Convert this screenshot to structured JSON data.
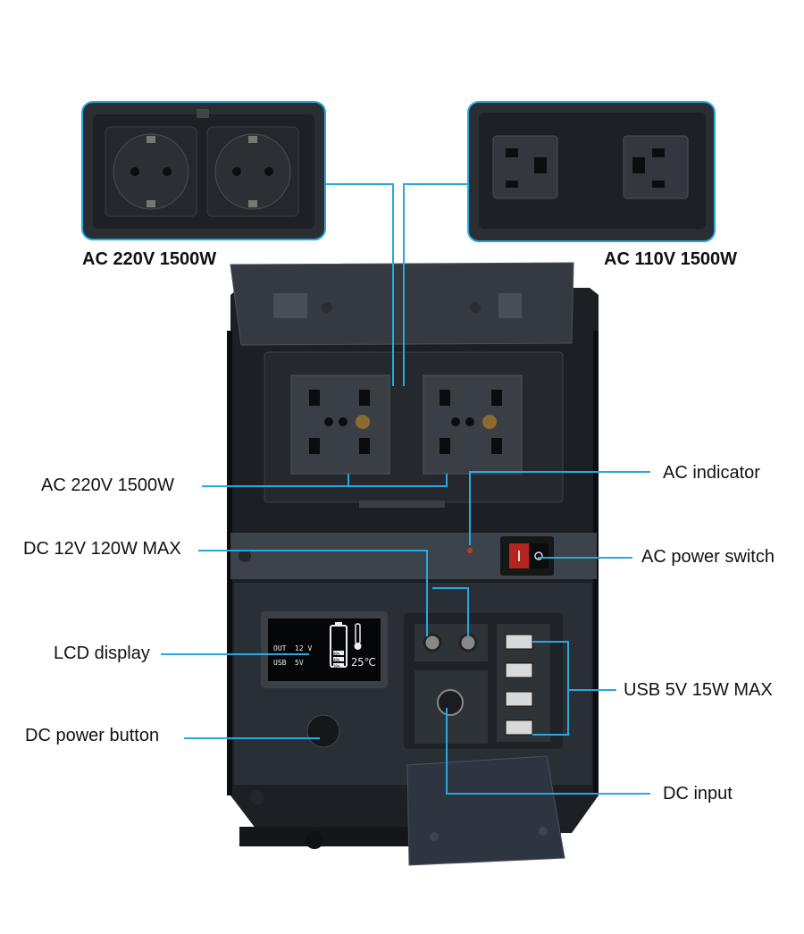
{
  "labels": {
    "ac220_eu": "AC 220V 1500W",
    "ac110_us": "AC 110V 1500W",
    "ac220_universal": "AC 220V 1500W",
    "ac_indicator": "AC indicator",
    "dc12v": "DC 12V 120W MAX",
    "ac_power_switch": "AC power switch",
    "lcd_display": "LCD display",
    "usb": "USB 5V 15W MAX",
    "dc_power_button": "DC power button",
    "dc_input": "DC input"
  },
  "lcd": {
    "out_label": "OUT",
    "out_value": "12 V",
    "usb_label": "USB",
    "usb_value": "5V",
    "battery_levels": [
      "10%",
      "40%",
      "80%"
    ],
    "temperature": "25℃"
  },
  "colors": {
    "leader": "#29a8df",
    "device_body": "#1f2329",
    "panel": "#2b3036",
    "text": "#111111"
  }
}
